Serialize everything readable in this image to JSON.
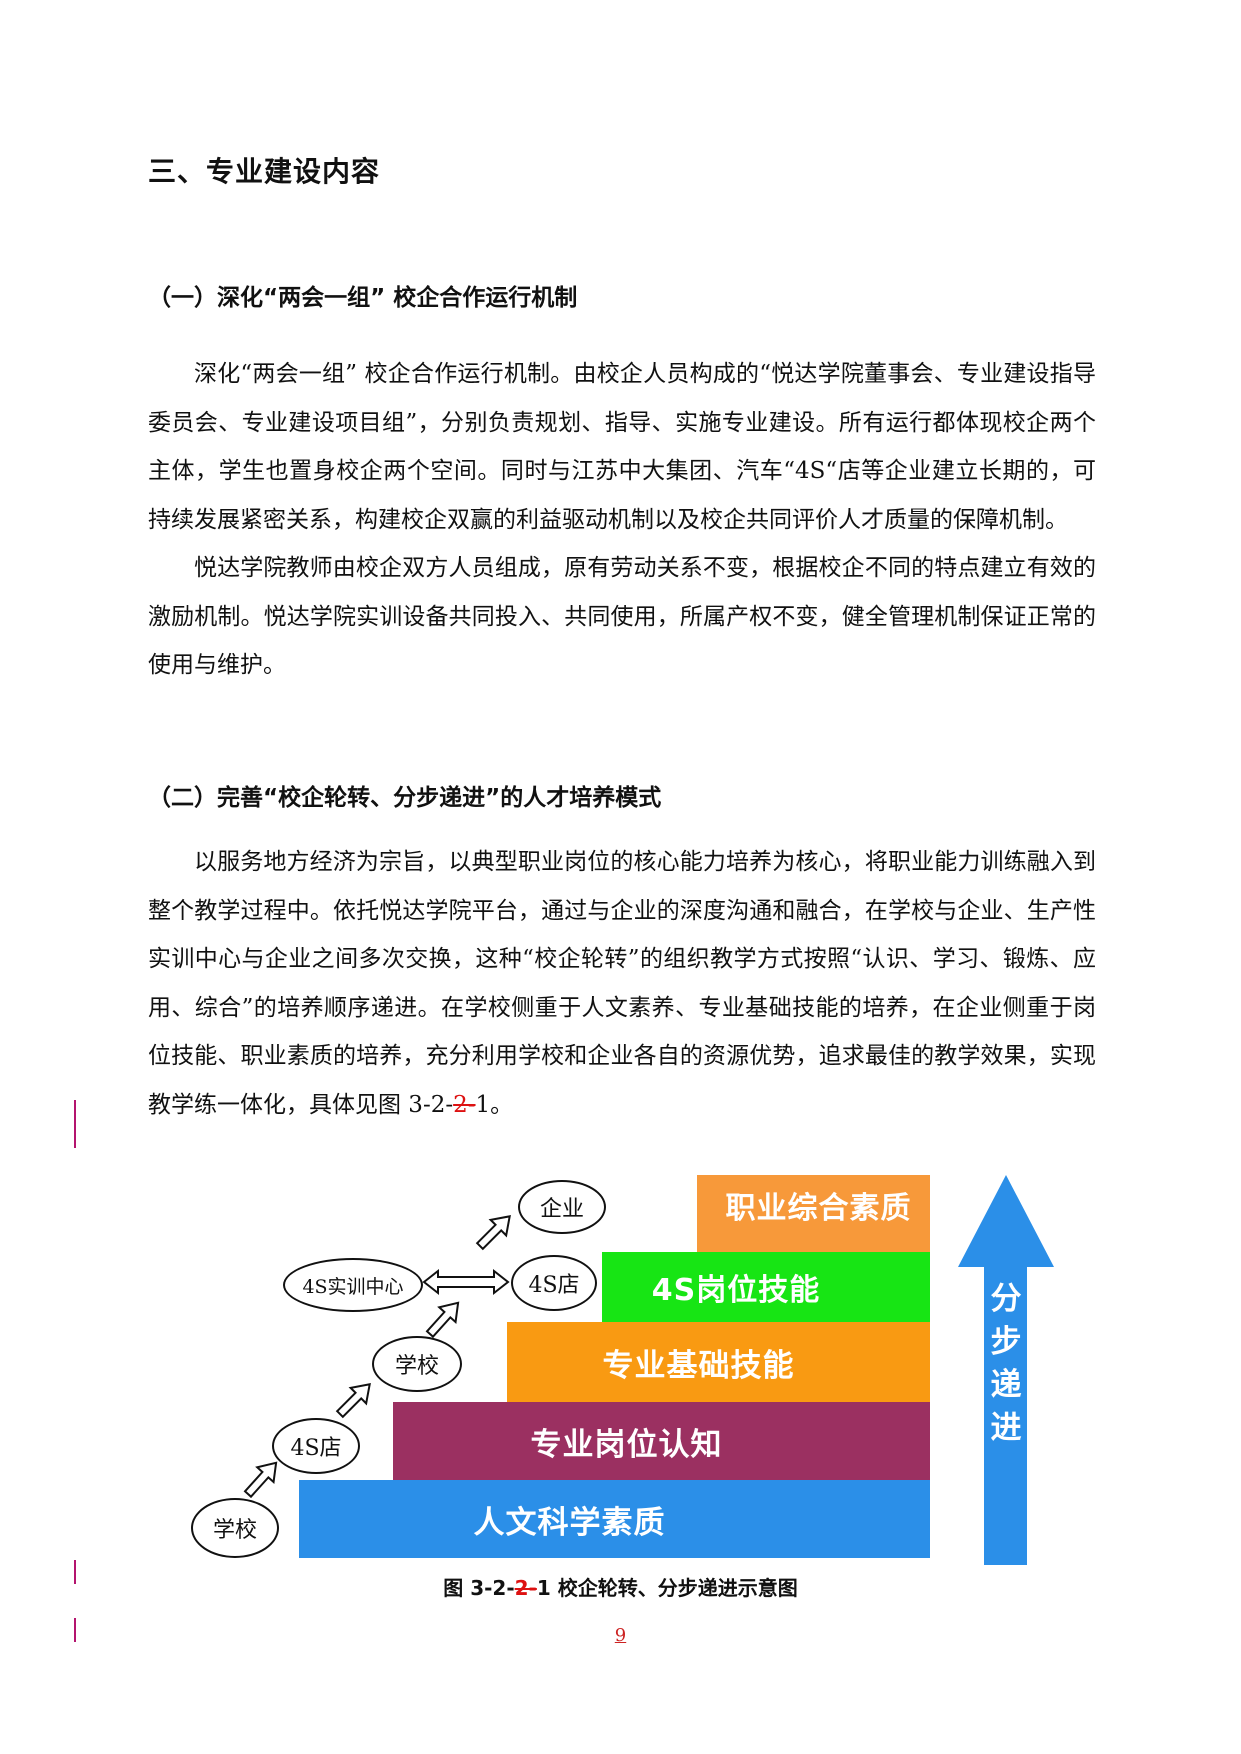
{
  "heading_main": "三、专业建设内容",
  "section1": {
    "title": "（一）深化“两会一组” 校企合作运行机制",
    "paragraphs": [
      "深化“两会一组” 校企合作运行机制。由校企人员构成的“悦达学院董事会、专业建设指导委员会、专业建设项目组”，分别负责规划、指导、实施专业建设。所有运行都体现校企两个主体，学生也置身校企两个空间。同时与江苏中大集团、汽车“4S“店等企业建立长期的，可持续发展紧密关系，构建校企双赢的利益驱动机制以及校企共同评价人才质量的保障机制。",
      "悦达学院教师由校企双方人员组成，原有劳动关系不变，根据校企不同的特点建立有效的激励机制。悦达学院实训设备共同投入、共同使用，所属产权不变，健全管理机制保证正常的使用与维护。"
    ]
  },
  "section2": {
    "title": "（二）完善“校企轮转、分步递进”的人才培养模式",
    "paragraph_main": "以服务地方经济为宗旨，以典型职业岗位的核心能力培养为核心，将职业能力训练融入到整个教学过程中。依托悦达学院平台，通过与企业的深度沟通和融合，在学校与企业、生产性实训中心与企业之间多次交换，这种“校企轮转”的组织教学方式按照“认识、学习、锻炼、应用、综合”的培养顺序递进。在学校侧重于人文素养、专业基础技能的培养，在企业侧重于岗位技能、职业素质的培养，充分利用学校和企业各自的资源优势，追求最佳的教学效果，实现教学练一体化，具体见图 3-2-",
    "paragraph_deleted": "2-",
    "paragraph_end": "1。"
  },
  "diagram": {
    "steps": [
      {
        "label": "人文科学素质",
        "color": "#2b8fe8"
      },
      {
        "label": "专业岗位认知",
        "color": "#9b3061"
      },
      {
        "label": "专业基础技能",
        "color": "#f99a12"
      },
      {
        "label": "4S岗位技能",
        "color": "#17e514"
      },
      {
        "label": "职业综合素质",
        "color": "#f7993a"
      }
    ],
    "ovals": [
      "学校",
      "4S店",
      "学校",
      "4S实训中心",
      "4S店",
      "企业"
    ],
    "arrow_chars": [
      "分",
      "步",
      "递",
      "进"
    ],
    "arrow_color": "#2b8fe8"
  },
  "caption": {
    "prefix": "图 3-2-",
    "deleted": "2-",
    "suffix": "1  校企轮转、分步递进示意图"
  },
  "page_number": "9"
}
